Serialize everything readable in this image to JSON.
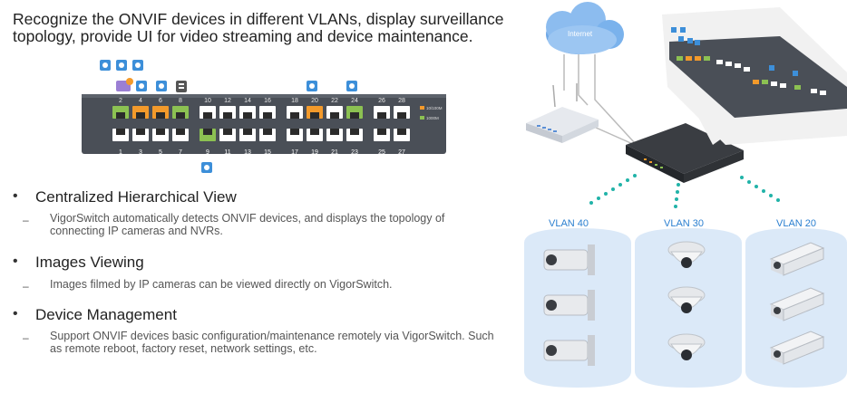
{
  "headline": "Recognize the ONVIF devices in different VLANs, display surveillance topology, provide UI for video streaming and device maintenance.",
  "switch_panel": {
    "top_ports": [
      "2",
      "4",
      "6",
      "8",
      "10",
      "12",
      "14",
      "16",
      "18",
      "20",
      "22",
      "24",
      "26",
      "28"
    ],
    "bottom_ports": [
      "1",
      "3",
      "5",
      "7",
      "9",
      "11",
      "13",
      "15",
      "17",
      "19",
      "21",
      "23",
      "25",
      "27"
    ],
    "legend": [
      {
        "label": "10/100M",
        "color": "#f39a2b"
      },
      {
        "label": "1000M",
        "color": "#8cc152"
      }
    ],
    "colors": {
      "body": "#4a4f57",
      "orange": "#f39a2b",
      "green": "#8cc152",
      "dark": "#2b2b2b",
      "icon": "#3d8fd9"
    }
  },
  "features": [
    {
      "title": "Centralized Hierarchical View",
      "desc": "VigorSwitch automatically detects ONVIF devices, and displays the topology of connecting IP cameras and NVRs."
    },
    {
      "title": "Images Viewing",
      "desc": "Images filmed by IP cameras can be viewed directly on VigorSwitch."
    },
    {
      "title": "Device Management",
      "desc": "Support ONVIF devices basic configuration/maintenance remotely via VigorSwitch. Such as remote reboot, factory reset, network settings, etc."
    }
  ],
  "diagram": {
    "cloud_label": "Internet",
    "vlans": [
      "VLAN 40",
      "VLAN 30",
      "VLAN 20"
    ],
    "colors": {
      "vlan_label": "#2a7fd0",
      "dots": "#21b3a8",
      "zone": "#dbe9f8"
    }
  }
}
